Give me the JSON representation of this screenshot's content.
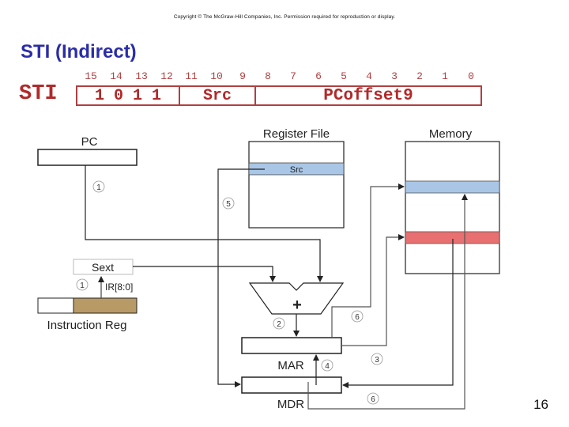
{
  "copyright": "Copyright © The McGraw-Hill Companies, Inc. Permission required for reproduction or display.",
  "title": "STI (Indirect)",
  "instruction": {
    "mnemonic": "STI",
    "bit_numbers": [
      "15",
      "14",
      "13",
      "12",
      "11",
      "10",
      "9",
      "8",
      "7",
      "6",
      "5",
      "4",
      "3",
      "2",
      "1",
      "0"
    ],
    "fields": [
      {
        "label": "1 0 1 1",
        "bits": "15-12"
      },
      {
        "label": "Src",
        "bits": "11-9"
      },
      {
        "label": "PCoffset9",
        "bits": "8-0"
      }
    ]
  },
  "diagram": {
    "pc_label": "PC",
    "register_file_label": "Register File",
    "src_register_label": "Src",
    "memory_label": "Memory",
    "sext_label": "Sext",
    "ir_bits_label": "IR[8:0]",
    "instruction_reg_label": "Instruction Reg",
    "adder_symbol": "+",
    "mar_label": "MAR",
    "mdr_label": "MDR",
    "steps": [
      "1",
      "1",
      "2",
      "3",
      "4",
      "5",
      "6",
      "6"
    ],
    "colors": {
      "highlight_blue": "#a9c6e6",
      "highlight_red": "#e87070",
      "ir_field": "#b89a66"
    }
  },
  "page_number": "16"
}
